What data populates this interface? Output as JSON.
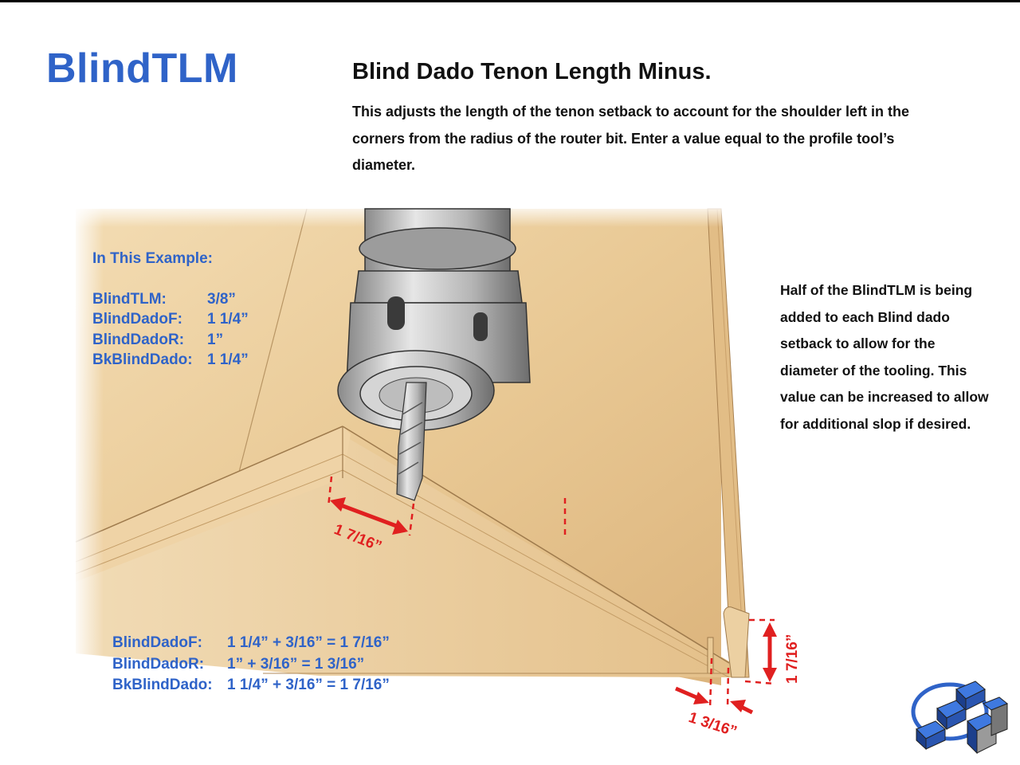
{
  "title": "BlindTLM",
  "heading": "Blind Dado Tenon Length Minus.",
  "description": "This adjusts the length of the tenon setback to account for the shoulder left in the corners from the radius of the router bit. Enter a value equal to the profile tool’s diameter.",
  "example": {
    "title": "In This Example:",
    "rows": [
      {
        "label": "BlindTLM:",
        "value": "3/8”"
      },
      {
        "label": "BlindDadoF:",
        "value": "1 1/4”"
      },
      {
        "label": "BlindDadoR:",
        "value": "1”"
      },
      {
        "label": "BkBlindDado:",
        "value": "1 1/4”"
      }
    ]
  },
  "note": "Half of the BlindTLM is being added to each Blind dado setback to allow for the diameter of the tooling. This value can be increased to allow for additional slop if desired.",
  "calculations": [
    {
      "label": "BlindDadoF:",
      "formula": "1 1/4” + 3/16” = 1 7/16”"
    },
    {
      "label": "BlindDadoR:",
      "formula": "1” + 3/16” = 1 3/16”"
    },
    {
      "label": "BkBlindDado:",
      "formula": "1 1/4” + 3/16” = 1 7/16”"
    }
  ],
  "dimensions": {
    "front": "1 7/16”",
    "side": "1 7/16”",
    "setback": "1 3/16”"
  },
  "colors": {
    "title": "#2f63c8",
    "dimension": "#e02020",
    "wood": "#e8c896"
  }
}
